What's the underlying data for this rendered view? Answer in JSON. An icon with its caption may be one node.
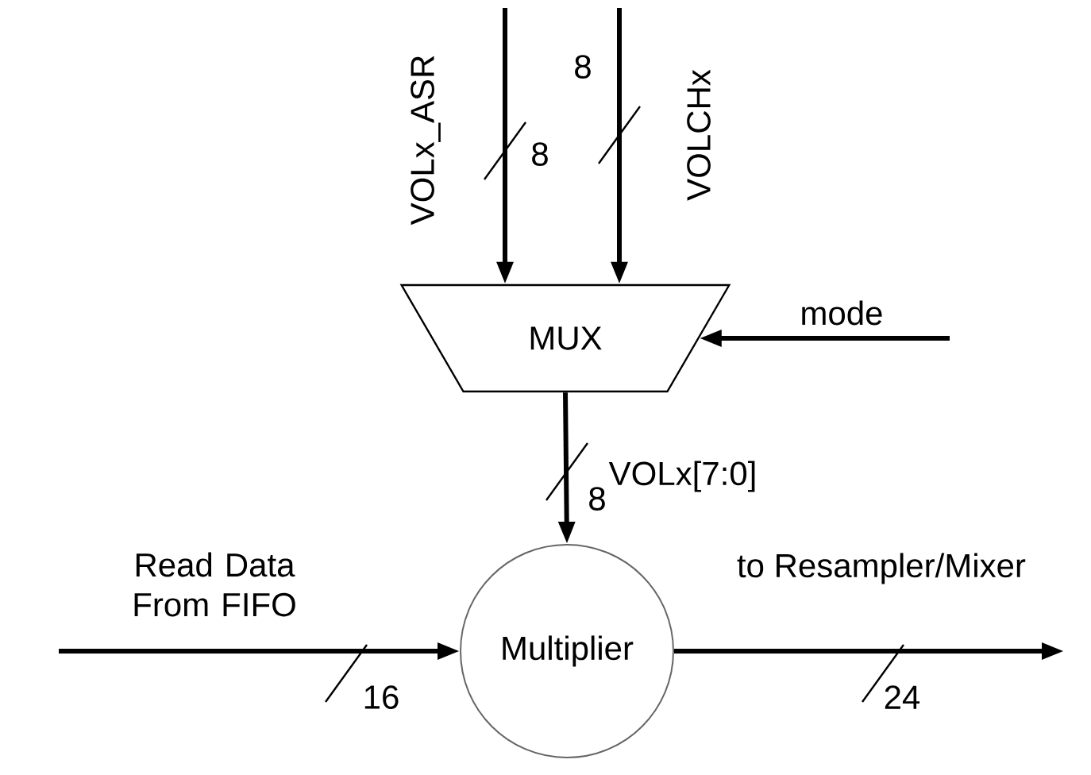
{
  "diagram": {
    "nodes": [
      {
        "text": [
          "MUX"
        ]
      },
      {
        "text": [
          "Multiplier"
        ]
      }
    ],
    "edges": [
      {
        "from": null,
        "to": 0,
        "arrow": "to",
        "label": "VOLx_ASR"
      },
      {
        "from": null,
        "to": 0,
        "arrow": "to",
        "label": "VOLCHx"
      },
      {
        "from": null,
        "to": 0,
        "arrow": "to",
        "label": "mode"
      },
      {
        "from": 0,
        "to": 1,
        "arrow": "to",
        "label": "VOLx[7:0]"
      },
      {
        "from": null,
        "to": 1,
        "arrow": "to",
        "label": "Read Data From FIFO"
      },
      {
        "from": 1,
        "to": null,
        "arrow": "to",
        "label": "to Resampler/Mixer"
      }
    ],
    "labels": [
      "8",
      "8",
      "8",
      "16",
      "24"
    ]
  }
}
